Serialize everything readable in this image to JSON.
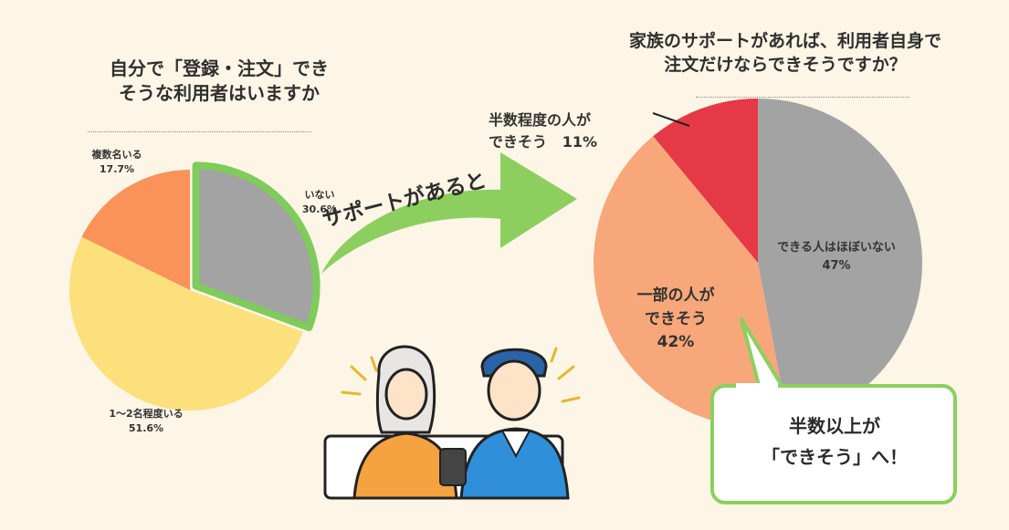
{
  "left_title": {
    "line1": "自分で「登録・注文」でき",
    "line2": "そうな利用者はいますか"
  },
  "right_title": {
    "line1": "家族のサポートがあれば、利用者自身で",
    "line2": "注文だけならできそうですか？"
  },
  "arrow_label": "サポートがあると",
  "bubble": {
    "line1": "半数以上が",
    "line2": "「できそう」へ！"
  },
  "colors": {
    "gray": "#a3a3a3",
    "orange": "#f9935a",
    "yellow": "#fbe07c",
    "green": "#7fcb5c",
    "salmon": "#f7a77a",
    "red": "#e63946",
    "background": "#fdf5e6"
  },
  "chart_data": [
    {
      "type": "pie",
      "title": "自分で「登録・注文」できそうな利用者はいますか",
      "slices": [
        {
          "label": "いない",
          "value": 30.6,
          "value_label": "30.6%",
          "color": "#a3a3a3",
          "highlighted": true
        },
        {
          "label": "1〜2名程度いる",
          "value": 51.6,
          "value_label": "51.6%",
          "color": "#fbe07c"
        },
        {
          "label": "複数名いる",
          "value": 17.7,
          "value_label": "17.7%",
          "color": "#f9935a"
        }
      ]
    },
    {
      "type": "pie",
      "title": "家族のサポートがあれば、利用者自身で注文だけならできそうですか？",
      "slices": [
        {
          "label": "できる人はほぼいない",
          "value": 47,
          "value_label": "47%",
          "color": "#a3a3a3"
        },
        {
          "label": "一部の人ができそう",
          "label_lines": [
            "一部の人が",
            "できそう"
          ],
          "value": 42,
          "value_label": "42%",
          "color": "#f7a77a"
        },
        {
          "label": "半数程度の人ができそう",
          "label_lines": [
            "半数程度の人が",
            "できそう"
          ],
          "value": 11,
          "value_label": "11%",
          "color": "#e63946"
        }
      ]
    }
  ]
}
